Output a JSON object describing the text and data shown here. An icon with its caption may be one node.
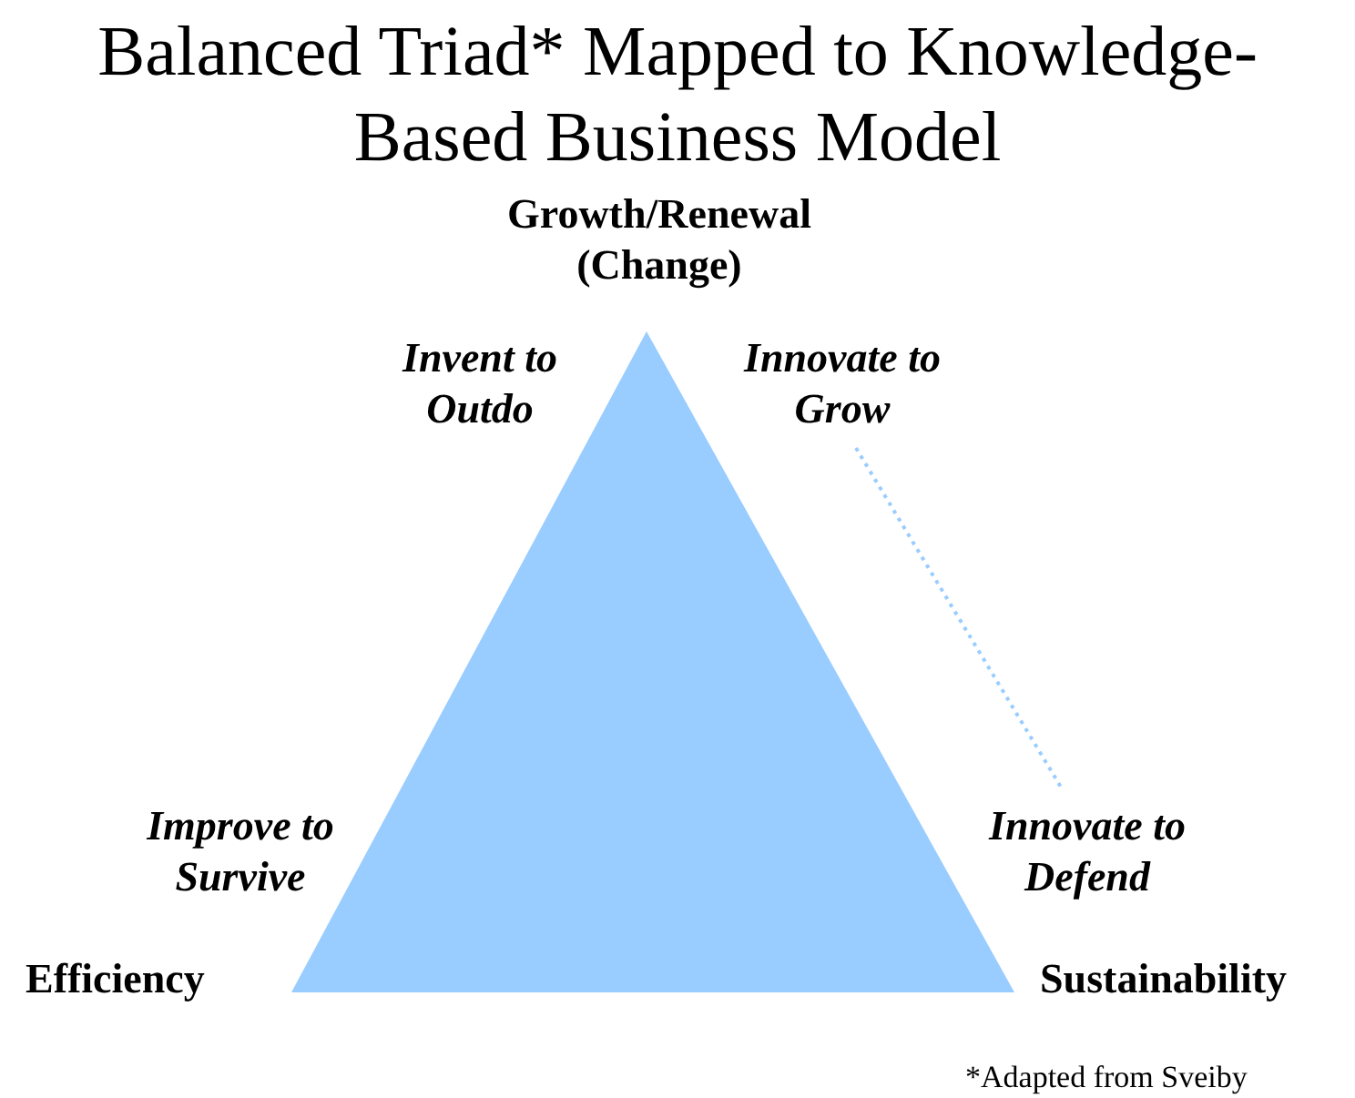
{
  "diagram": {
    "title": "Balanced Triad* Mapped to Knowledge-Based Business Model",
    "caption": "*Adapted from Sveiby",
    "nodes": [
      {
        "text": [
          "Innovate to Grow"
        ]
      },
      {
        "text": [
          "Innovate to Defend"
        ]
      }
    ],
    "edges": [
      {
        "from": 0,
        "to": 1,
        "arrow": "none",
        "style": "dashed",
        "color": "#99ccff"
      }
    ],
    "labels": [
      "Growth/Renewal (Change)",
      "Invent to Outdo",
      "Improve to Survive",
      "Efficiency",
      "Sustainability"
    ]
  }
}
